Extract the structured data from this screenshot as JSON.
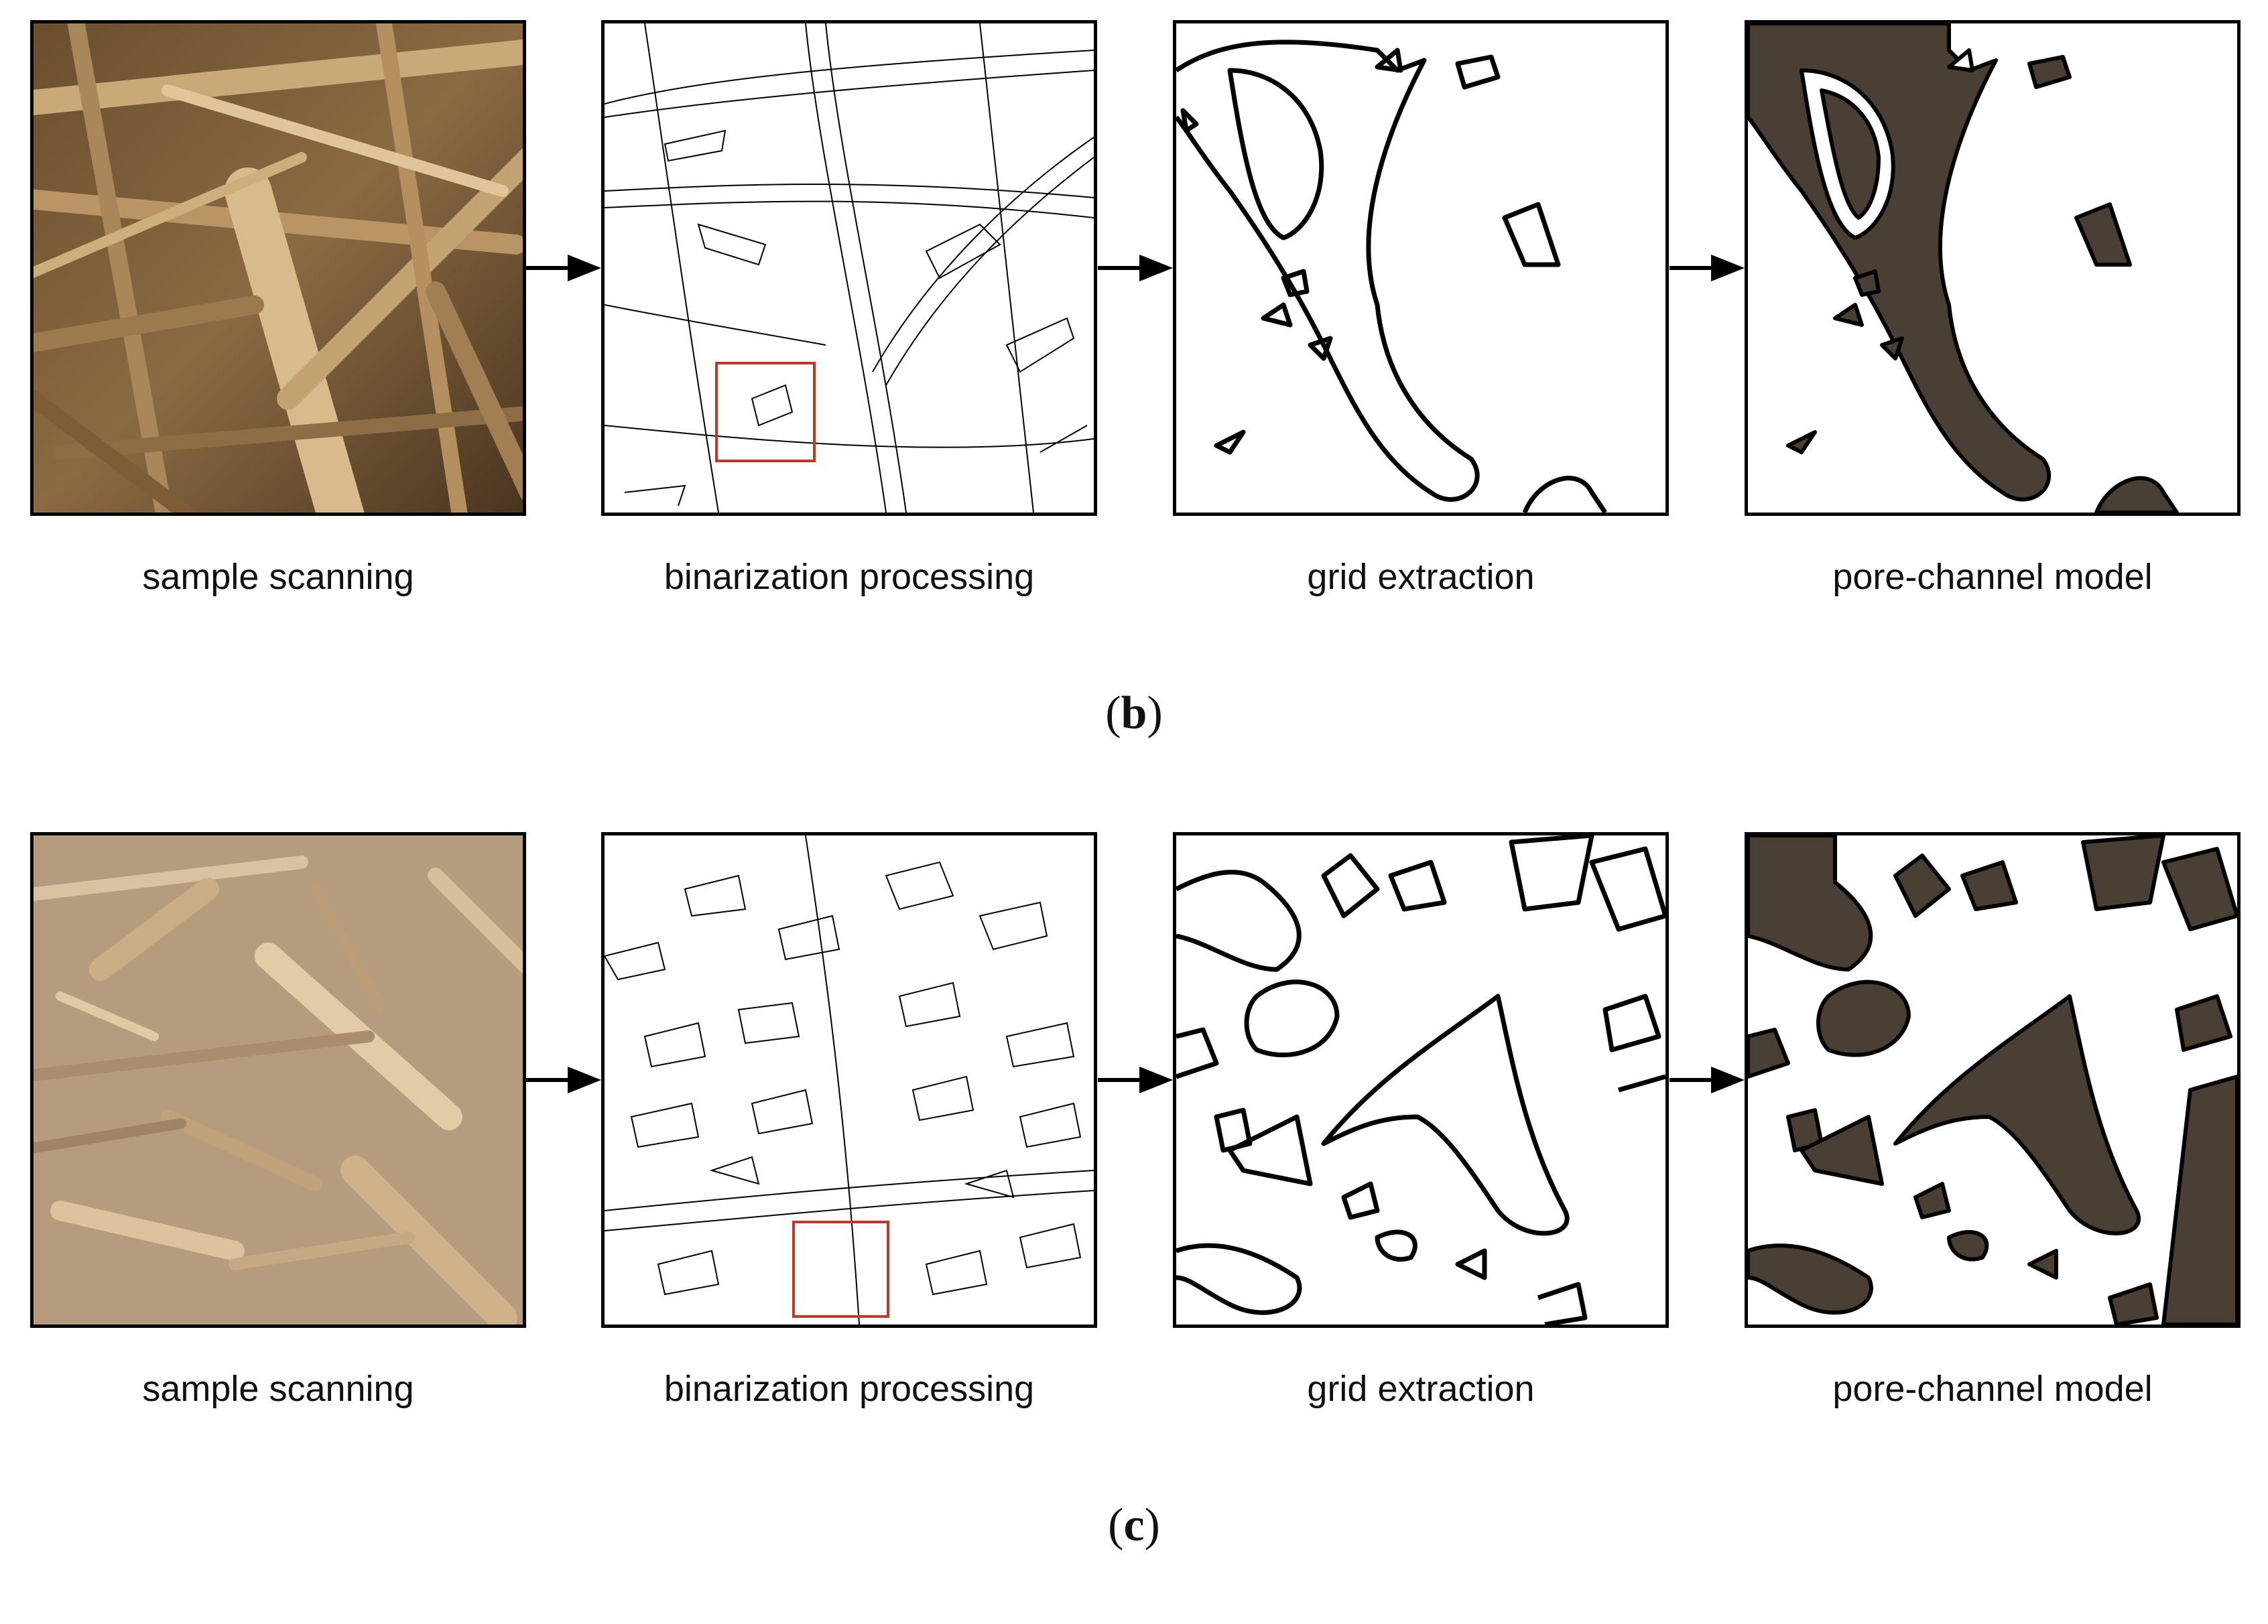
{
  "stages": [
    "sample scanning",
    "binarization processing",
    "grid extraction",
    "pore-channel model"
  ],
  "rows": [
    {
      "id": "b",
      "label": "b"
    },
    {
      "id": "c",
      "label": "c"
    }
  ],
  "colors": {
    "fiber_light": "#d6b98c",
    "fiber_dark": "#3b2a18",
    "pore_fill": "#4a3f34",
    "zoom_box": "#c0392b",
    "outline": "#000000"
  },
  "icons": [
    "arrow-right-icon"
  ]
}
